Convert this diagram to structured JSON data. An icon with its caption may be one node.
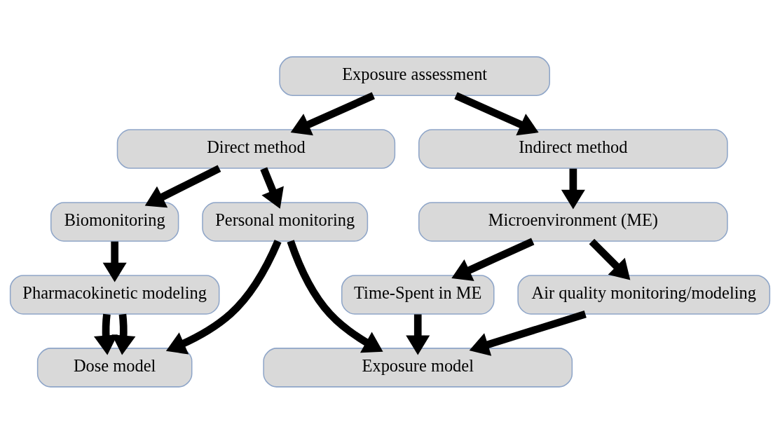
{
  "diagram": {
    "nodes": [
      {
        "text": [
          "Exposure assessment"
        ]
      },
      {
        "text": [
          "Direct method"
        ]
      },
      {
        "text": [
          "Indirect method"
        ]
      },
      {
        "text": [
          "Biomonitoring"
        ]
      },
      {
        "text": [
          "Personal monitoring"
        ]
      },
      {
        "text": [
          "Microenvironment (ME)"
        ]
      },
      {
        "text": [
          "Pharmacokinetic modeling"
        ]
      },
      {
        "text": [
          "Time-Spent in ME"
        ]
      },
      {
        "text": [
          "Air quality monitoring/modeling"
        ]
      },
      {
        "text": [
          "Dose model"
        ]
      },
      {
        "text": [
          "Exposure model"
        ]
      }
    ],
    "edges": [
      {
        "from": 0,
        "to": 1,
        "arrow": "to"
      },
      {
        "from": 0,
        "to": 2,
        "arrow": "to"
      },
      {
        "from": 1,
        "to": 3,
        "arrow": "to"
      },
      {
        "from": 1,
        "to": 4,
        "arrow": "to"
      },
      {
        "from": 2,
        "to": 5,
        "arrow": "to"
      },
      {
        "from": 3,
        "to": 6,
        "arrow": "to"
      },
      {
        "from": 6,
        "to": 9,
        "arrow": "to"
      },
      {
        "from": 4,
        "to": 9,
        "arrow": "to"
      },
      {
        "from": 6,
        "to": 9,
        "arrow": "to"
      },
      {
        "from": 4,
        "to": 10,
        "arrow": "to"
      },
      {
        "from": 5,
        "to": 7,
        "arrow": "to"
      },
      {
        "from": 5,
        "to": 8,
        "arrow": "to"
      },
      {
        "from": 7,
        "to": 10,
        "arrow": "to"
      },
      {
        "from": 8,
        "to": 10,
        "arrow": "to"
      }
    ]
  }
}
